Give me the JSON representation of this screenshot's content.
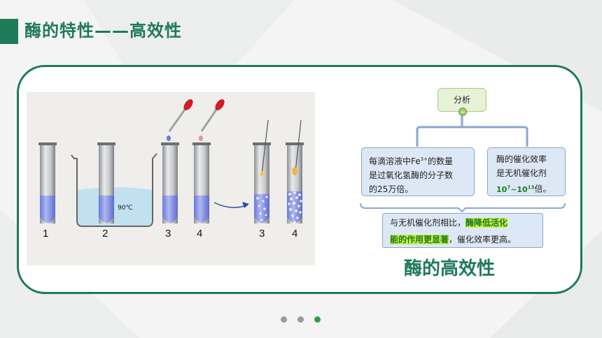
{
  "header": {
    "title": "酶的特性——高效性"
  },
  "illustration": {
    "tube_numbers": [
      "1",
      "2",
      "3",
      "4",
      "3",
      "4"
    ],
    "temperature_label": "90℃"
  },
  "analysis": {
    "root_label": "分析",
    "left_node": {
      "line1": "每滴溶液中Fe",
      "sup": "3+",
      "line1_tail": "的数量",
      "line2": "是过氧化氢酶的分子数",
      "line3": "的25万倍。"
    },
    "right_node": {
      "line1": "酶的催化效率",
      "line2": "是无机催化剂",
      "range_a": "10",
      "exp_a": "7",
      "dash": "~",
      "range_b": "10",
      "exp_b": "13",
      "tail": "倍。"
    },
    "bottom_node": {
      "prefix": "与无机催化剂相比，",
      "hl1": "酶降低活化",
      "hl2": "能的作用更显著",
      "suffix": "，催化效率更高。"
    }
  },
  "caption": "酶的高效性",
  "colors": {
    "accent": "#1f7a5a",
    "node_fill": "#dde8f6",
    "node_border": "#8aa7cc",
    "highlight": "#c5ee4a"
  },
  "pagination": {
    "total": 3,
    "active": 3
  }
}
